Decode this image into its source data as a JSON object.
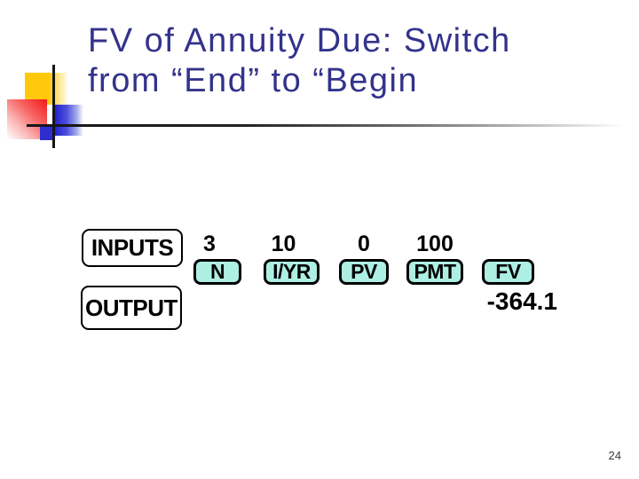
{
  "slide": {
    "title_line1": "FV of Annuity Due: Switch",
    "title_line2": "from “End” to “Begin",
    "page_number": "24"
  },
  "calculator": {
    "inputs_label": "INPUTS",
    "output_label": "OUTPUT",
    "registers": [
      {
        "key": "N",
        "value": "3"
      },
      {
        "key": "I/YR",
        "value": "10"
      },
      {
        "key": "PV",
        "value": "0"
      },
      {
        "key": "PMT",
        "value": "100"
      },
      {
        "key": "FV",
        "value": ""
      }
    ],
    "result": "-364.1"
  },
  "colors": {
    "title_navy": "#33338c",
    "key_fill": "#aeefe4",
    "accent_yellow": "#ffc80a",
    "accent_red": "#f31717",
    "accent_blue": "#2323d0"
  }
}
